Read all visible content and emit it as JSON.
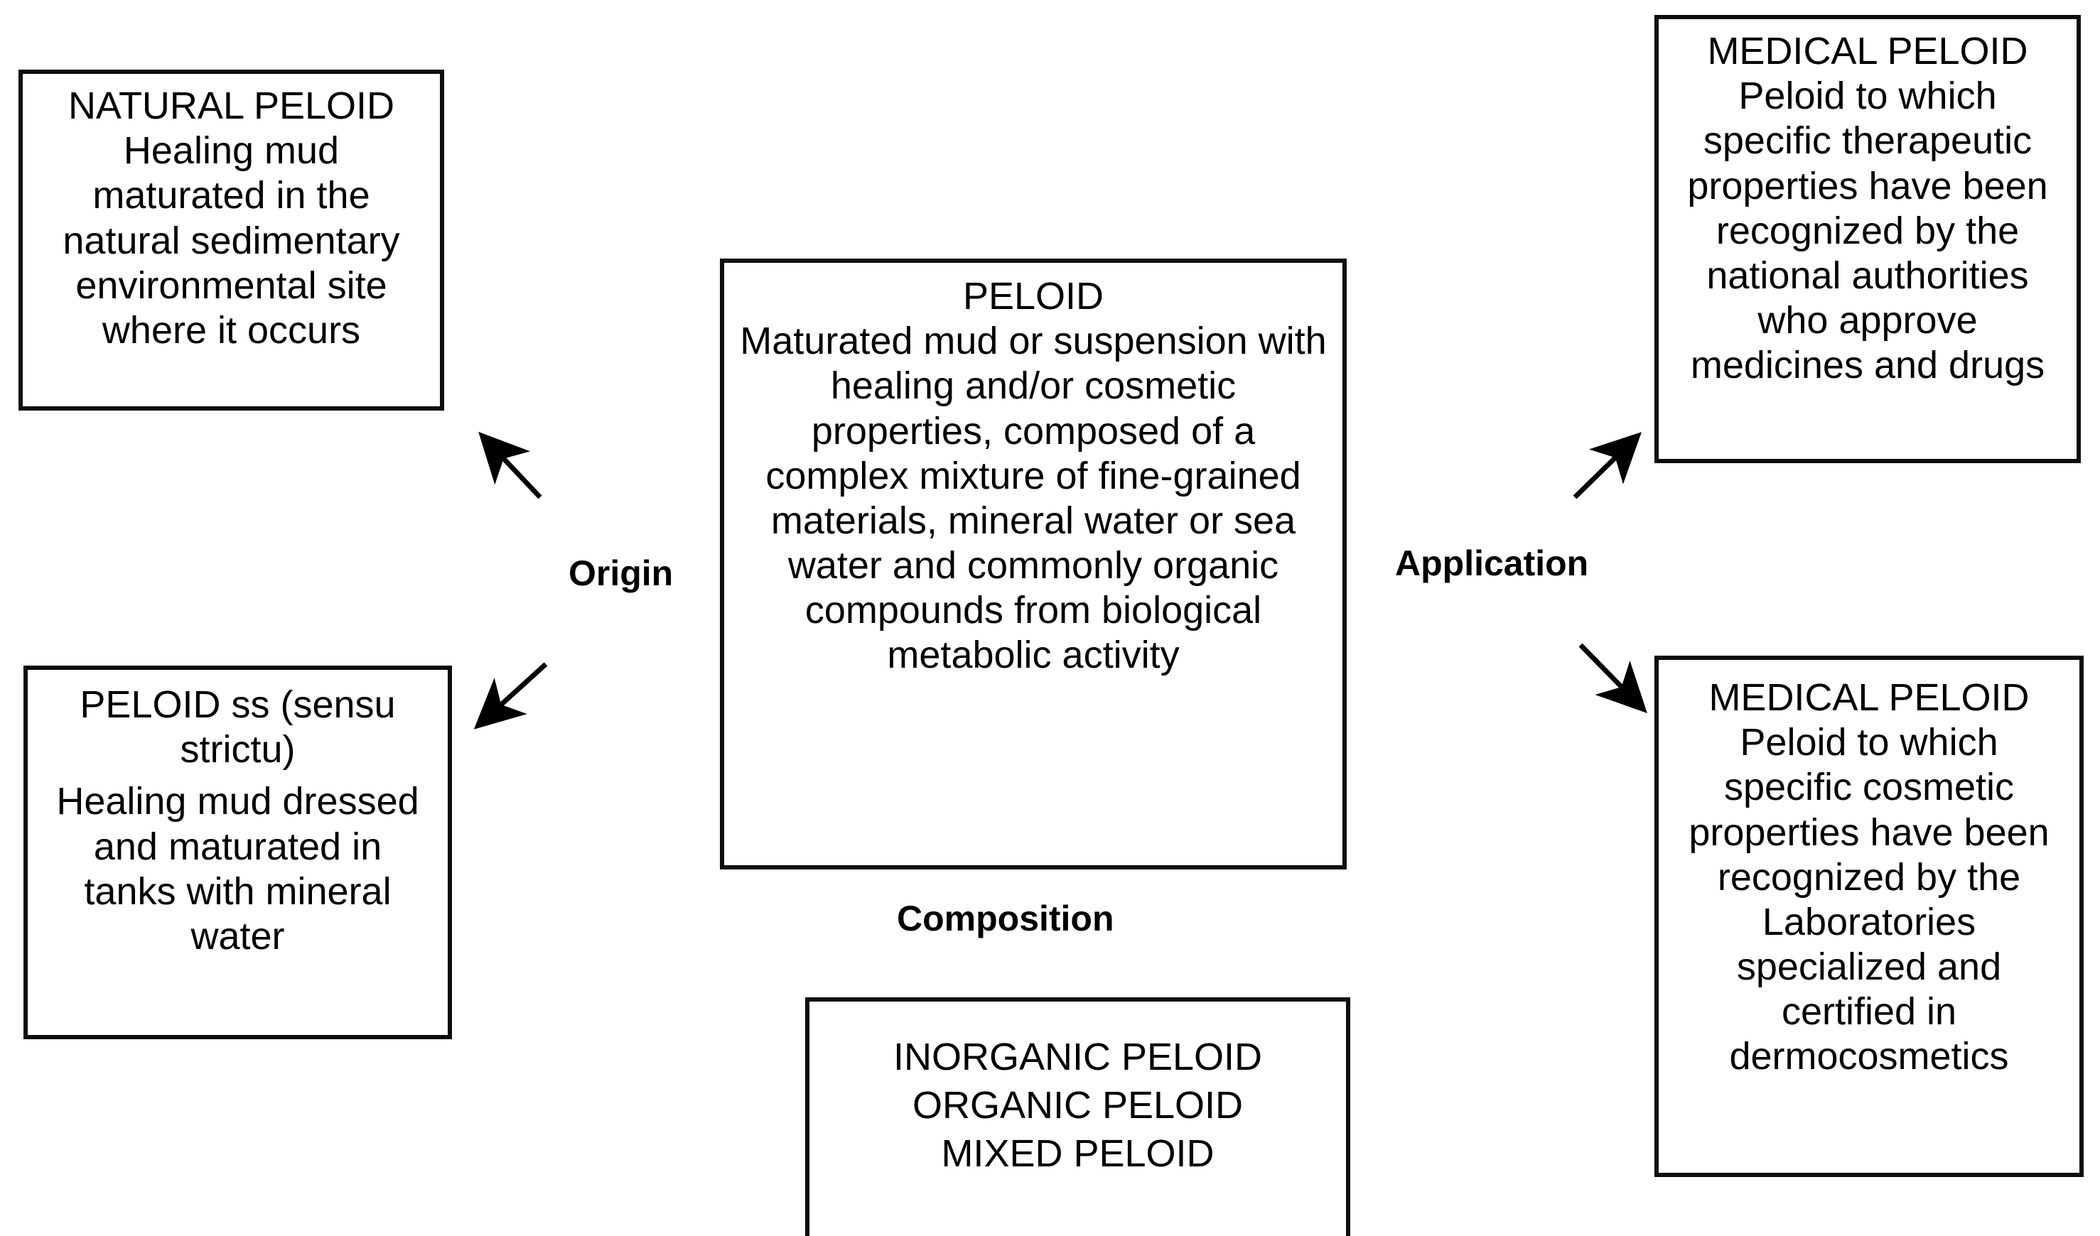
{
  "diagram": {
    "title": "Peloid classification diagram",
    "background_color": "#ffffff",
    "line_color": "#0d0d0d"
  },
  "center": {
    "title": "PELOID",
    "body": "Maturated mud or suspension with healing and/or cosmetic properties, composed of a complex mixture of fine-grained materials, mineral water or sea water and commonly organic compounds from biological metabolic activity"
  },
  "connectors": {
    "origin_label": "Origin",
    "application_label": "Application",
    "composition_label": "Composition"
  },
  "origin_branch": {
    "top": {
      "title": "NATURAL PELOID",
      "body": "Healing mud maturated in the natural sedimentary environmental site where it occurs"
    },
    "bottom": {
      "title_prefix": "PELOID ss (",
      "title_italic": "sensu strictu",
      "title_suffix": ")",
      "body": "Healing mud dressed and maturated in tanks with mineral water"
    }
  },
  "application_branch": {
    "top": {
      "title": "MEDICAL PELOID",
      "body": "Peloid to which specific therapeutic properties have been recognized by the national authorities who approve medicines and drugs"
    },
    "bottom": {
      "title": "MEDICAL PELOID",
      "body": "Peloid to which specific cosmetic properties have been recognized by the Laboratories specialized and certified in dermocosmetics"
    }
  },
  "composition_branch": {
    "lines": [
      "INORGANIC PELOID",
      "ORGANIC PELOID",
      "MIXED PELOID"
    ]
  }
}
